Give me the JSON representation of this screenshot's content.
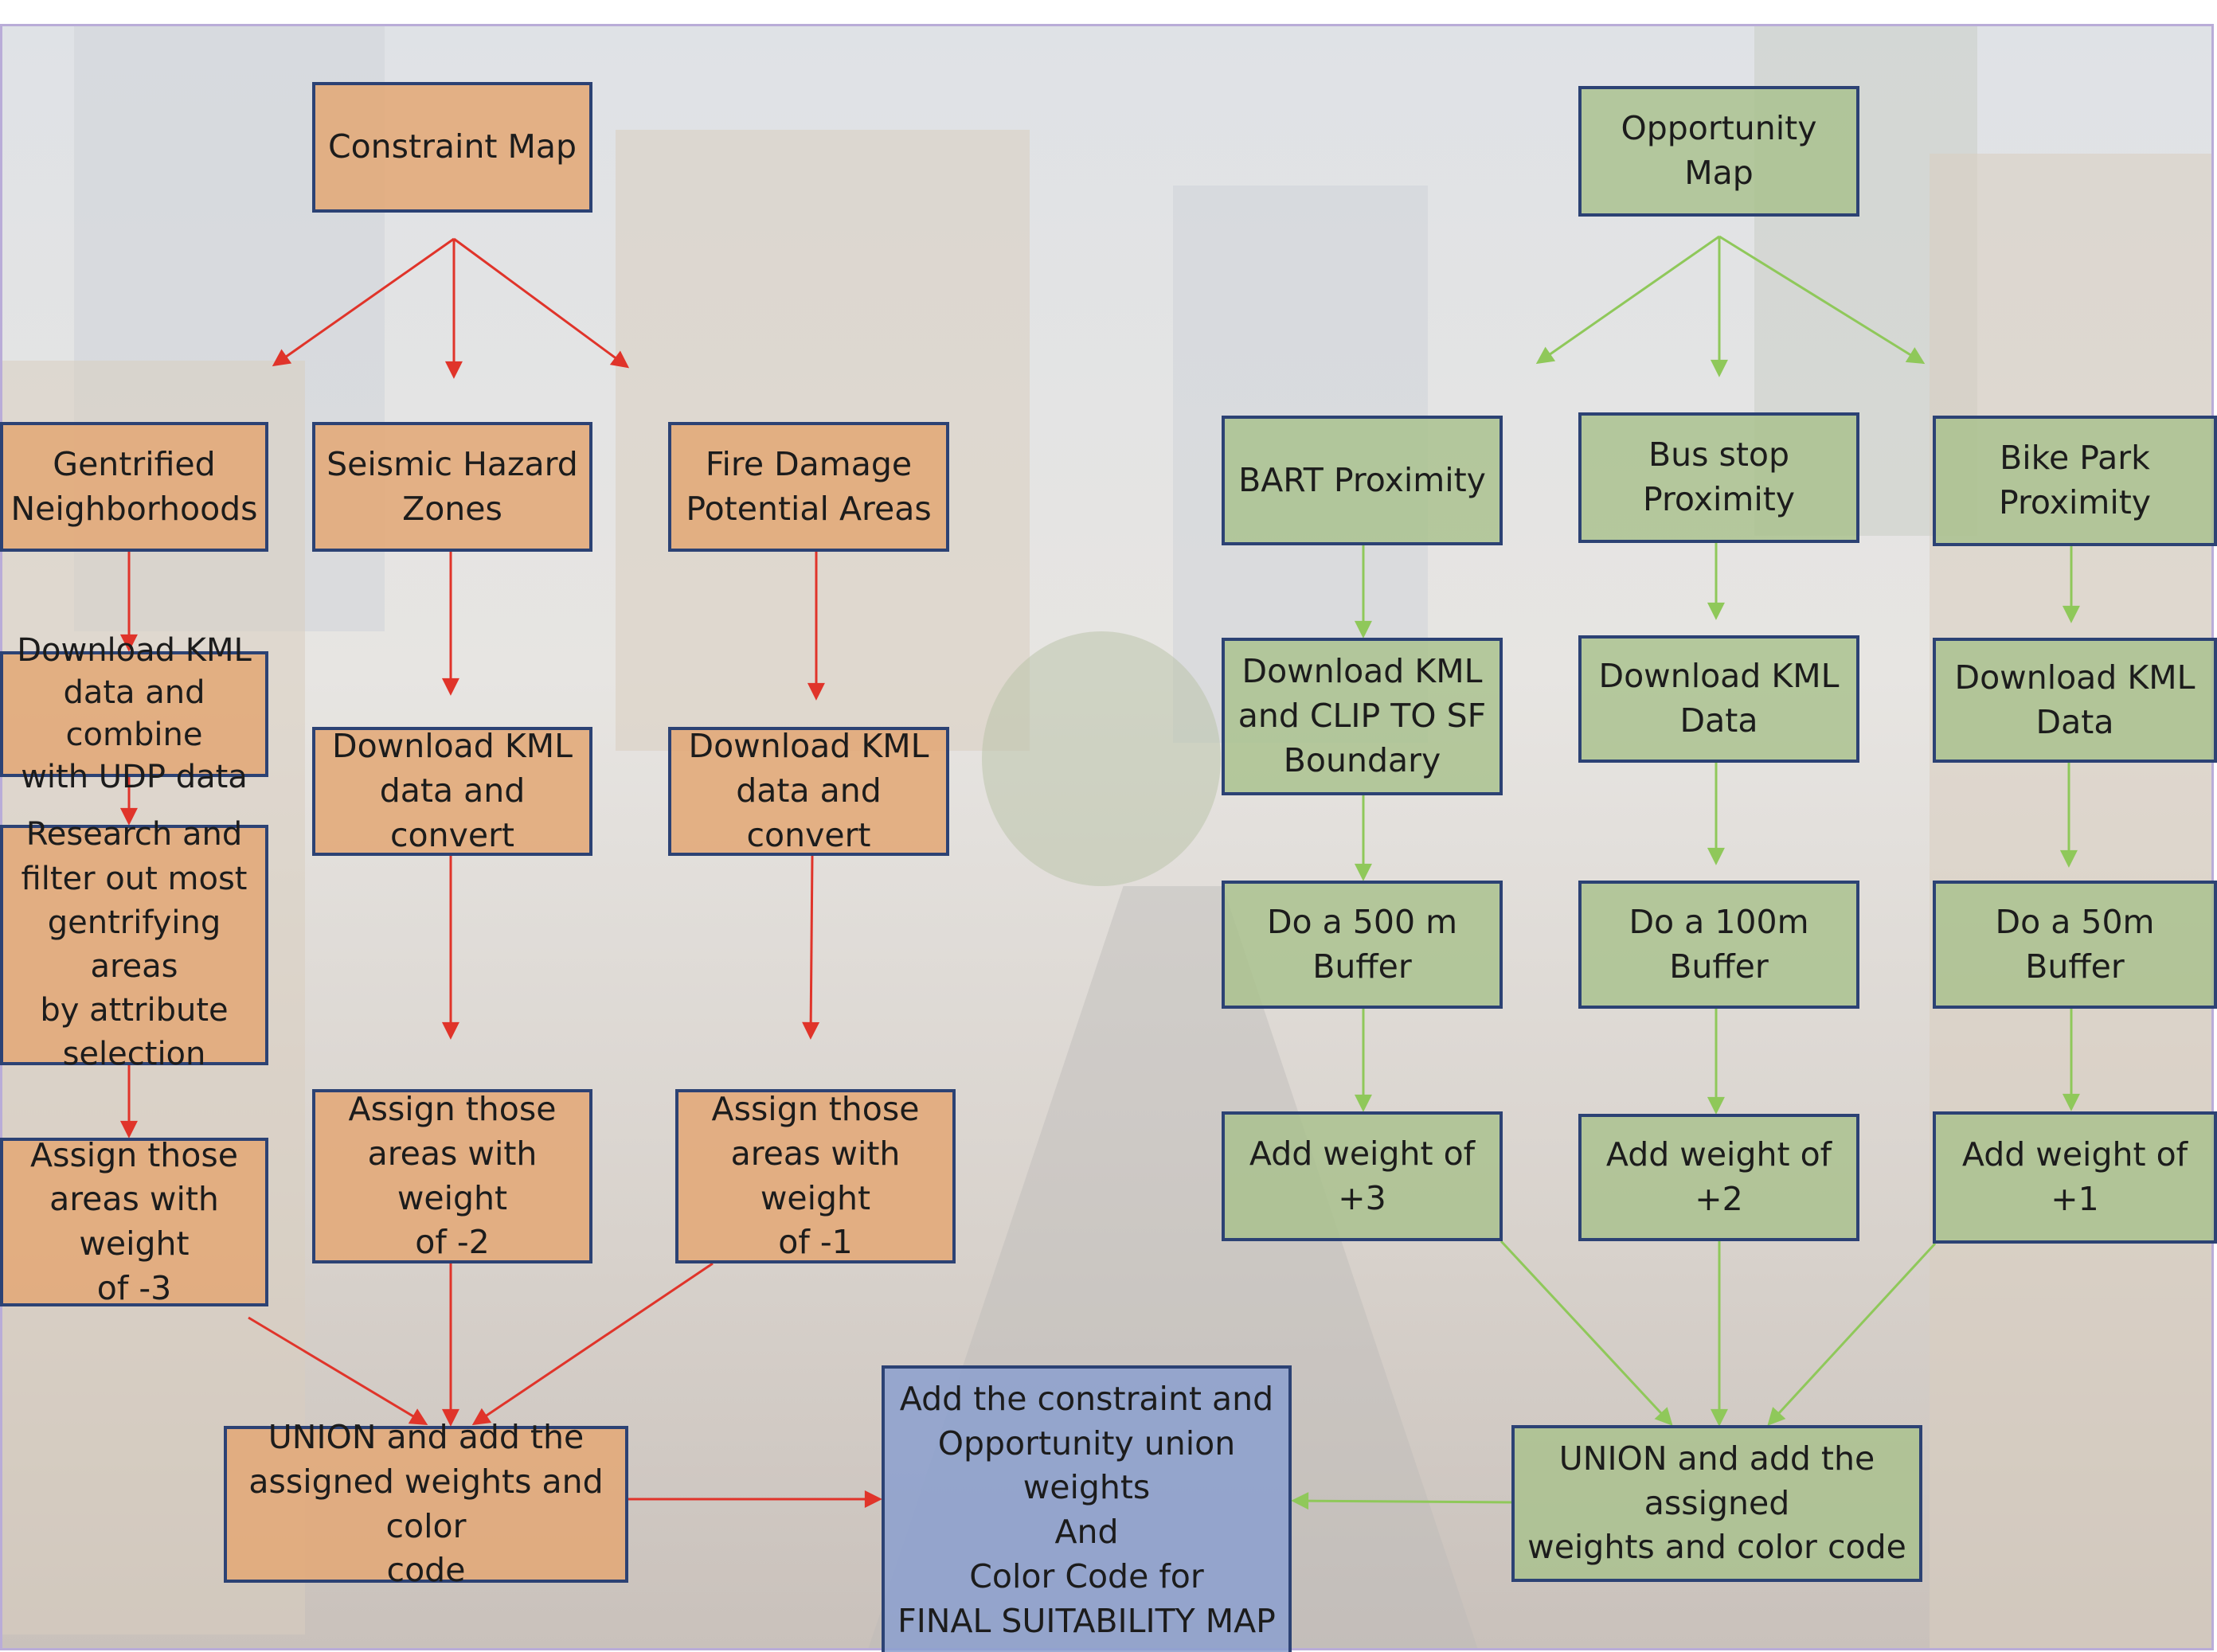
{
  "colors": {
    "constraint_fill": "#e2a878",
    "opportunity_fill": "#a8c18c",
    "final_fill": "#8ca0ce",
    "box_border": "#2c4274",
    "constraint_arrow": "#e0342a",
    "opportunity_arrow": "#8fc85a",
    "frame_border": "#b9acd8"
  },
  "constraint": {
    "title": "Constraint Map",
    "gentrified": {
      "title": "Gentrified\nNeighborhoods",
      "step1": "Download KML\ndata and combine\nwith UDP data",
      "step2": "Research and\nfilter out most\ngentrifying areas\nby attribute\nselection",
      "step3": "Assign those\nareas with weight\nof -3"
    },
    "seismic": {
      "title": "Seismic Hazard\nZones",
      "step1": "Download KML\ndata and convert",
      "step2": "Assign those\nareas with weight\nof -2"
    },
    "fire": {
      "title": "Fire Damage\nPotential Areas",
      "step1": "Download KML\ndata and convert",
      "step2": "Assign those\nareas with weight\nof -1"
    },
    "union": "UNION and add the\nassigned weights and color\ncode"
  },
  "opportunity": {
    "title": "Opportunity Map",
    "bart": {
      "title": "BART Proximity",
      "step1": "Download KML\nand CLIP TO SF\nBoundary",
      "step2": "Do a 500 m Buffer",
      "step3": "Add weight of +3"
    },
    "bus": {
      "title": "Bus stop Proximity",
      "step1": "Download KML\nData",
      "step2": "Do a 100m Buffer",
      "step3": "Add weight of +2"
    },
    "bike": {
      "title": "Bike Park\nProximity",
      "step1": "Download KML\nData",
      "step2": "Do a 50m Buffer",
      "step3": "Add weight of +1"
    },
    "union": "UNION and add the assigned\nweights and color code"
  },
  "final": "Add the constraint and\nOpportunity union weights\nAnd\nColor Code for\nFINAL SUITABILITY MAP"
}
